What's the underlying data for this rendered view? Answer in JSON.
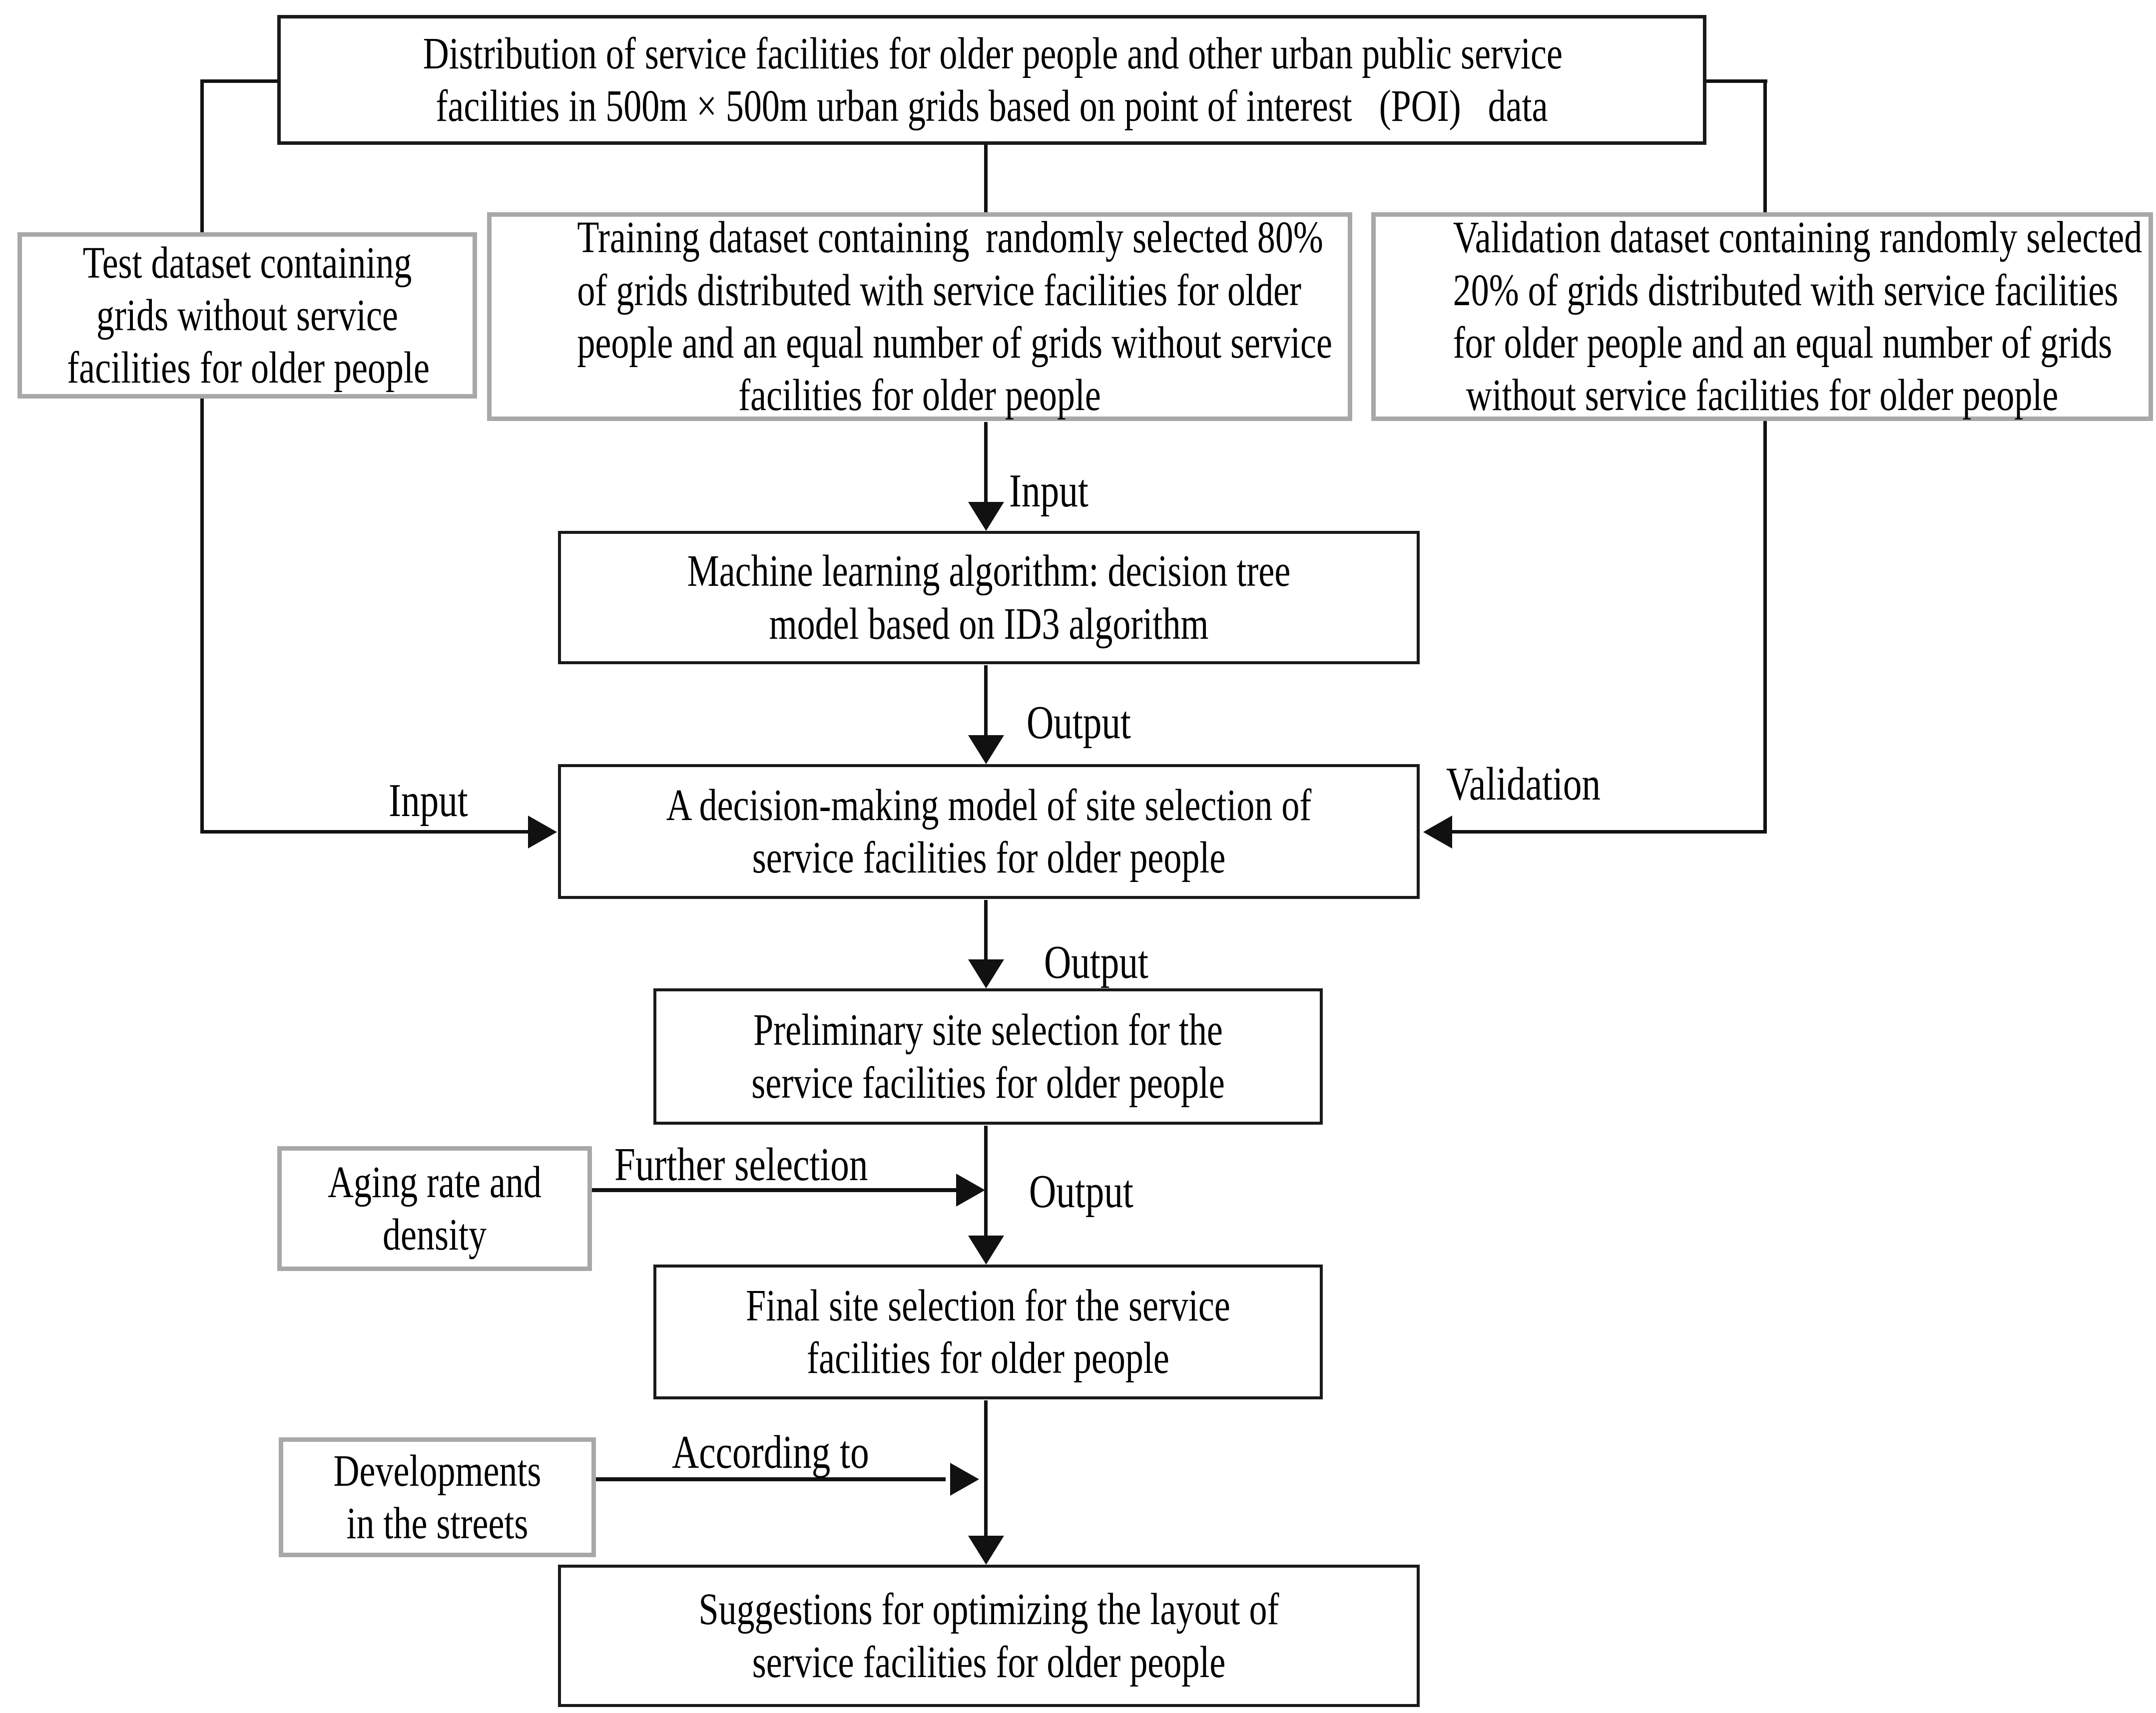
{
  "colors": {
    "background": "#ffffff",
    "text": "#000000",
    "black_box_border": "#1a1a1a",
    "gray_box_border": "#a8a8a8",
    "connector_line": "#111111"
  },
  "boxes": {
    "distribution": {
      "lines": [
        "Distribution of service facilities for older people and other urban public service",
        "facilities in 500m × 500m urban grids based on point of interest  (POI)  data"
      ]
    },
    "test": {
      "lines": [
        "Test dataset containing",
        "grids without service",
        "facilities for older people"
      ]
    },
    "training": {
      "lines": [
        "Training dataset containing  randomly selected 80%",
        "of grids distributed with service facilities for older",
        "people and an equal number of grids without service",
        "facilities for older people"
      ]
    },
    "validation": {
      "lines": [
        "Validation dataset containing randomly selected",
        "20% of grids distributed with service facilities",
        "for older people and an equal number of grids",
        "without service facilities for older people"
      ]
    },
    "ml": {
      "lines": [
        "Machine learning algorithm: decision tree",
        "model based on ID3 algorithm"
      ]
    },
    "decision": {
      "lines": [
        "A decision-making model of site selection of",
        "service facilities for older people"
      ]
    },
    "preliminary": {
      "lines": [
        "Preliminary site selection for the",
        "service facilities for older people"
      ]
    },
    "aging": {
      "lines": [
        "Aging rate and",
        "density"
      ]
    },
    "final": {
      "lines": [
        "Final site selection for the service",
        "facilities for older people"
      ]
    },
    "developments": {
      "lines": [
        "Developments",
        "in the streets"
      ]
    },
    "suggestions": {
      "lines": [
        "Suggestions for optimizing the layout of",
        "service facilities for older people"
      ]
    }
  },
  "labels": {
    "input_training": "Input",
    "output_ml": "Output",
    "input_test": "Input",
    "validation": "Validation",
    "output_decision": "Output",
    "further_selection": "Further selection",
    "output_further": "Output",
    "according_to": "According to"
  }
}
